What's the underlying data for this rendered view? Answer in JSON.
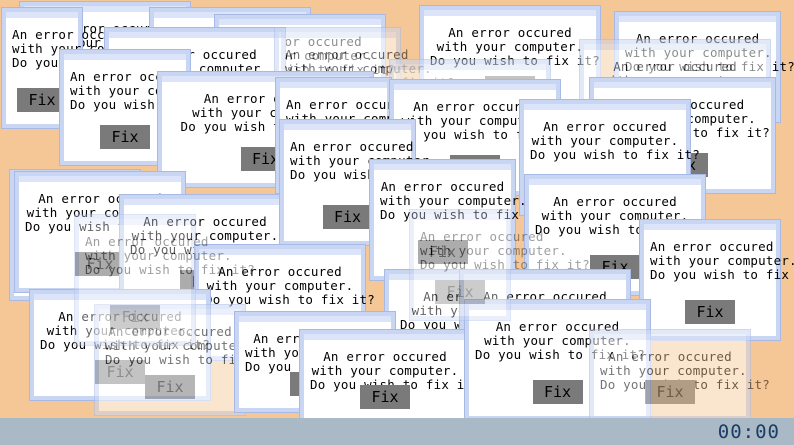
{
  "popup": {
    "message": "An error occured\nwith your computer.\nDo you wish to fix it?",
    "fix_label": "Fix",
    "count": 34
  },
  "timer": "00:00",
  "colors": {
    "desktop": "#f5c796",
    "popup_border": "#c9d6f3",
    "popup_fill": "#ffffff",
    "fix_button": "#7a7a7a",
    "taskbar": "#a9b9c5",
    "timer_text": "#1d3d66"
  }
}
